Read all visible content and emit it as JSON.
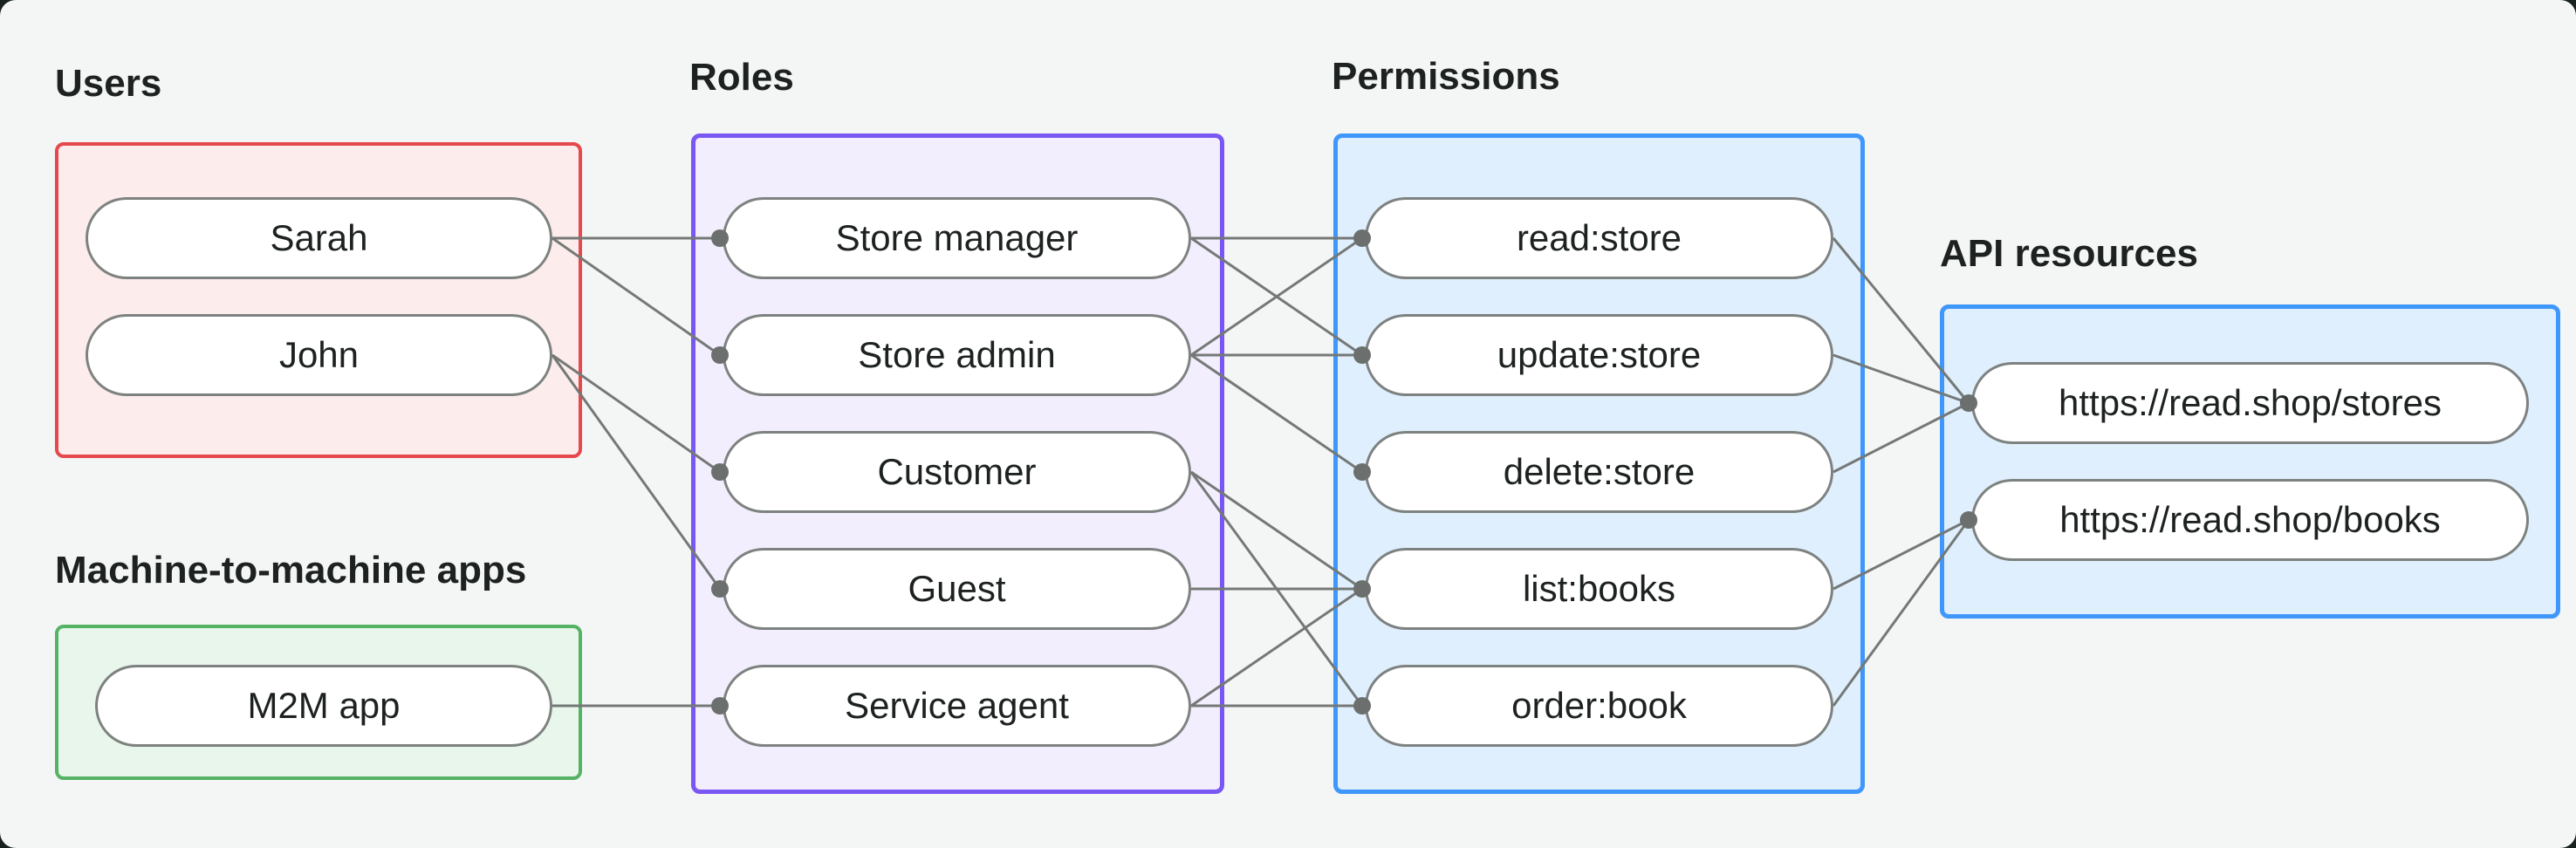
{
  "diagram": {
    "colors": {
      "card_background": "#f4f6f5",
      "page_background": "#19211c",
      "connector_gray": "#747977",
      "dot_gray": "#6b706e",
      "pill_border_gray": "#7d8280",
      "text": "#1d2221"
    },
    "groups": [
      {
        "id": "users",
        "label": "Users",
        "border_color": "#e5484d",
        "fill_color": "#fcecec",
        "nodes": [
          {
            "id": "sarah",
            "label": "Sarah"
          },
          {
            "id": "john",
            "label": "John"
          }
        ]
      },
      {
        "id": "m2m",
        "label": "Machine-to-machine apps",
        "border_color": "#55b365",
        "fill_color": "#e9f6ec",
        "nodes": [
          {
            "id": "m2m_app",
            "label": "M2M app"
          }
        ]
      },
      {
        "id": "roles",
        "label": "Roles",
        "border_color": "#7857f2",
        "fill_color": "#f3eefd",
        "nodes": [
          {
            "id": "store_manager",
            "label": "Store manager"
          },
          {
            "id": "store_admin",
            "label": "Store admin"
          },
          {
            "id": "customer",
            "label": "Customer"
          },
          {
            "id": "guest",
            "label": "Guest"
          },
          {
            "id": "service_agent",
            "label": "Service agent"
          }
        ]
      },
      {
        "id": "permissions",
        "label": "Permissions",
        "border_color": "#3f97fb",
        "fill_color": "#e0effd",
        "nodes": [
          {
            "id": "read_store",
            "label": "read:store"
          },
          {
            "id": "update_store",
            "label": "update:store"
          },
          {
            "id": "delete_store",
            "label": "delete:store"
          },
          {
            "id": "list_books",
            "label": "list:books"
          },
          {
            "id": "order_book",
            "label": "order:book"
          }
        ]
      },
      {
        "id": "api",
        "label": "API resources",
        "border_color": "#3f97fb",
        "fill_color": "#e0effd",
        "nodes": [
          {
            "id": "stores",
            "label": "https://read.shop/stores"
          },
          {
            "id": "books",
            "label": "https://read.shop/books"
          }
        ]
      }
    ],
    "edges": [
      {
        "from": "sarah",
        "to": "store_manager"
      },
      {
        "from": "sarah",
        "to": "store_admin"
      },
      {
        "from": "john",
        "to": "customer"
      },
      {
        "from": "john",
        "to": "guest"
      },
      {
        "from": "m2m_app",
        "to": "service_agent"
      },
      {
        "from": "store_manager",
        "to": "read_store"
      },
      {
        "from": "store_manager",
        "to": "update_store"
      },
      {
        "from": "store_admin",
        "to": "read_store"
      },
      {
        "from": "store_admin",
        "to": "update_store"
      },
      {
        "from": "store_admin",
        "to": "delete_store"
      },
      {
        "from": "customer",
        "to": "list_books"
      },
      {
        "from": "customer",
        "to": "order_book"
      },
      {
        "from": "guest",
        "to": "list_books"
      },
      {
        "from": "service_agent",
        "to": "list_books"
      },
      {
        "from": "service_agent",
        "to": "order_book"
      },
      {
        "from": "read_store",
        "to": "stores"
      },
      {
        "from": "update_store",
        "to": "stores"
      },
      {
        "from": "delete_store",
        "to": "stores"
      },
      {
        "from": "list_books",
        "to": "books"
      },
      {
        "from": "order_book",
        "to": "books"
      }
    ]
  }
}
